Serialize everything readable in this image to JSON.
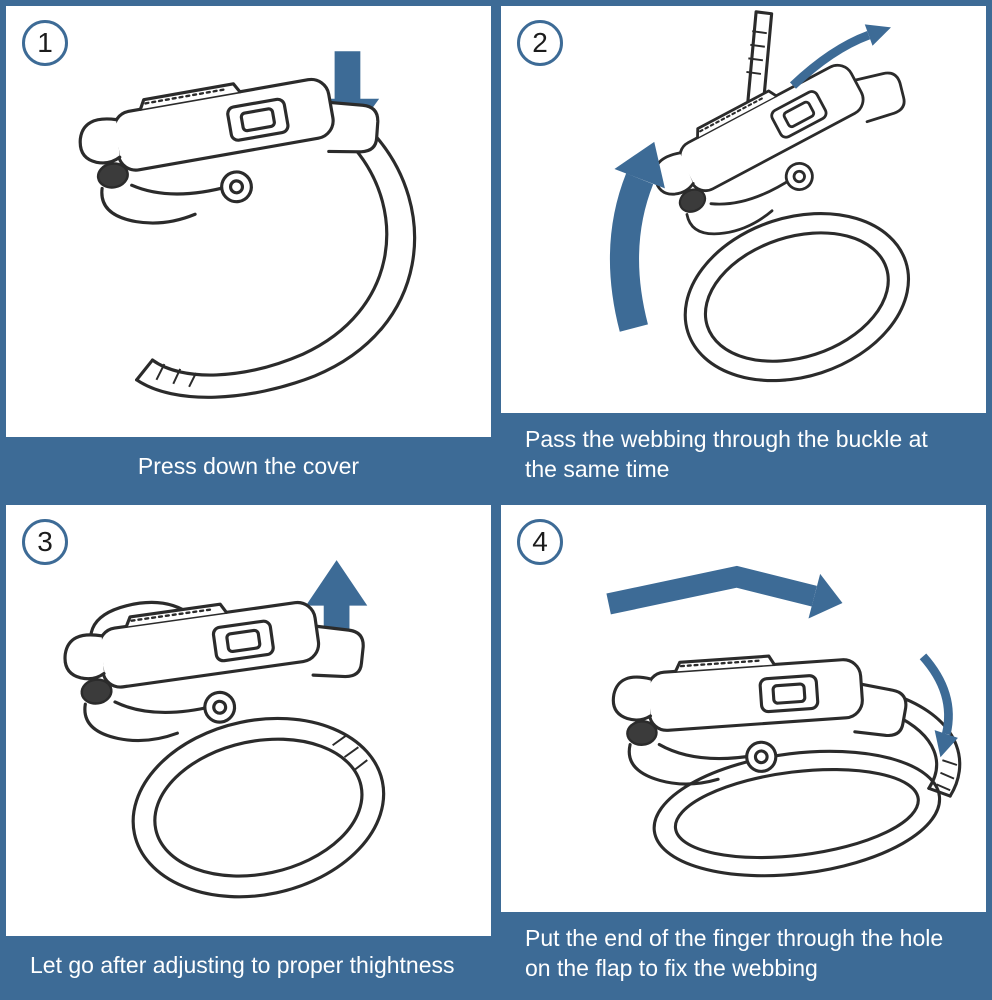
{
  "colors": {
    "accent": "#3d6b96",
    "line": "#2b2b2b",
    "caption_text": "#ffffff",
    "panel_background": "#ffffff"
  },
  "steps": [
    {
      "number": "1",
      "caption": "Press down the cover",
      "icons": [
        "down-arrow"
      ]
    },
    {
      "number": "2",
      "caption": "Pass the webbing through the buckle at the same time",
      "icons": [
        "curved-up-right-arrow",
        "up-arrow"
      ]
    },
    {
      "number": "3",
      "caption": "Let go after adjusting to proper thightness",
      "icons": [
        "up-arrow"
      ]
    },
    {
      "number": "4",
      "caption": "Put the end of the finger through the hole on the flap to fix the webbing",
      "icons": [
        "right-arrow",
        "curved-down-right-arrow"
      ]
    }
  ]
}
